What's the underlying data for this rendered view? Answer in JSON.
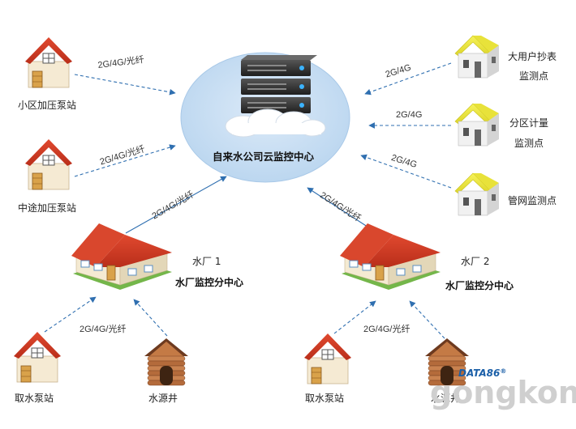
{
  "center": {
    "title": "自来水公司云监控中心"
  },
  "nodes": {
    "community_pump": "小区加压泵站",
    "midway_pump": "中途加压泵站",
    "big_user_line1": "大用户抄表",
    "big_user_line2": "监测点",
    "zone_line1": "分区计量",
    "zone_line2": "监测点",
    "pipe_point": "管网监测点",
    "plant1_name": "水厂 1",
    "plant1_sub": "水厂监控分中心",
    "plant2_name": "水厂 2",
    "plant2_sub": "水厂监控分中心",
    "intake1": "取水泵站",
    "well1": "水源井",
    "intake2": "取水泵站",
    "well2": "水源井"
  },
  "links": {
    "community": "2G/4G/光纤",
    "midway": "2G/4G/光纤",
    "plant1": "2G/4G/光纤",
    "plant2": "2G/4G/光纤",
    "big_user": "2G/4G",
    "zone": "2G/4G",
    "pipe": "2G/4G",
    "plant1_sources": "2G/4G/光纤",
    "plant2_sources": "2G/4G/光纤"
  },
  "watermark": {
    "brand": "DATA86",
    "reg": "®",
    "site": "gongkong"
  },
  "colors": {
    "link_line": "#2f6fb0",
    "ellipse": "#c7dff3",
    "roof_red": "#cf3a24",
    "roof_yellow": "#f2ec3c",
    "log_brown": "#b46b3b"
  }
}
